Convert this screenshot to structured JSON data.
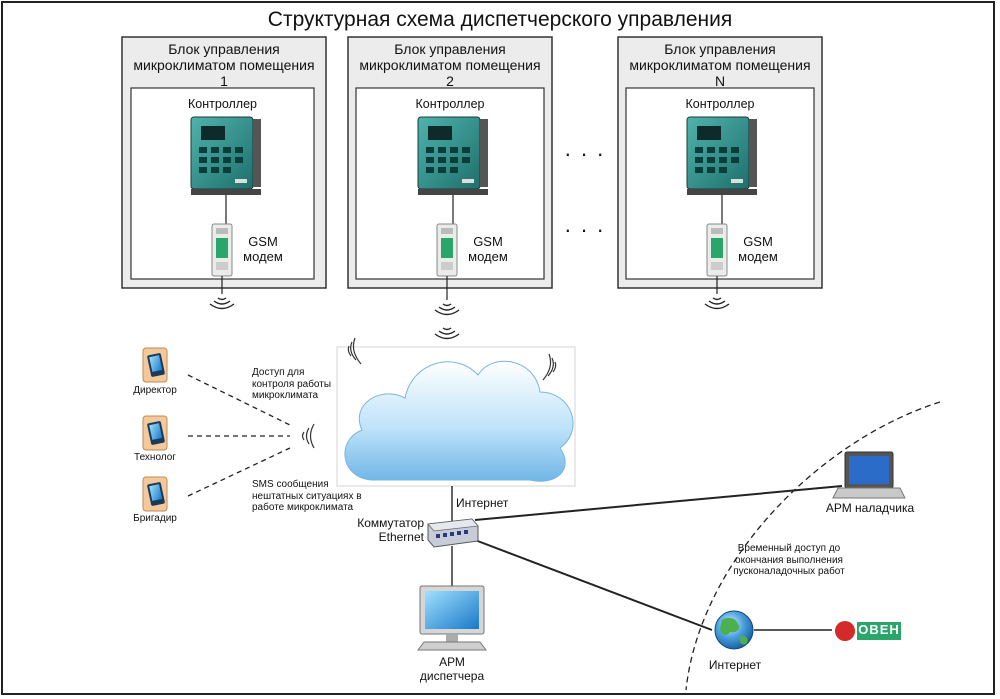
{
  "title": "Структурная схема диспетчерского управления",
  "blocks": [
    {
      "title_line1": "Блок управления",
      "title_line2": "микроклиматом помещения",
      "index": "1",
      "controller_label": "Контроллер",
      "modem_label_line1": "GSM",
      "modem_label_line2": "модем"
    },
    {
      "title_line1": "Блок управления",
      "title_line2": "микроклиматом помещения",
      "index": "2",
      "controller_label": "Контроллер",
      "modem_label_line1": "GSM",
      "modem_label_line2": "модем"
    },
    {
      "title_line1": "Блок управления",
      "title_line2": "микроклиматом помещения",
      "index": "N",
      "controller_label": "Контроллер",
      "modem_label_line1": "GSM",
      "modem_label_line2": "модем"
    }
  ],
  "ellipsis_top": ". . .",
  "ellipsis_bottom": ". . .",
  "phones": [
    {
      "label": "Директор"
    },
    {
      "label": "Технолог"
    },
    {
      "label": "Бригадир"
    }
  ],
  "access_note": [
    "Доступ для",
    "контроля работы",
    "микроклимата"
  ],
  "sms_note": [
    "SMS сообщения",
    "нештатных ситуациях в",
    "работе микроклимата"
  ],
  "cloud_label": "Интернет",
  "switch_label": [
    "Коммутатор",
    "Ethernet"
  ],
  "dispatcher_label": [
    "АРМ",
    "диспетчера"
  ],
  "commissioner_label": "АРМ наладчика",
  "temp_access_note": [
    "Временный доступ до",
    "окончания выполнения",
    "пусконаладочных работ"
  ],
  "globe_label": "Интернет",
  "brand_logo": "ОВЕН",
  "colors": {
    "device_body": "#2f8f8a",
    "device_screen": "#0e2a2a",
    "cloud": "#8ec9f0",
    "brand_red": "#d42a2a",
    "brand_green": "#2aa66a"
  }
}
